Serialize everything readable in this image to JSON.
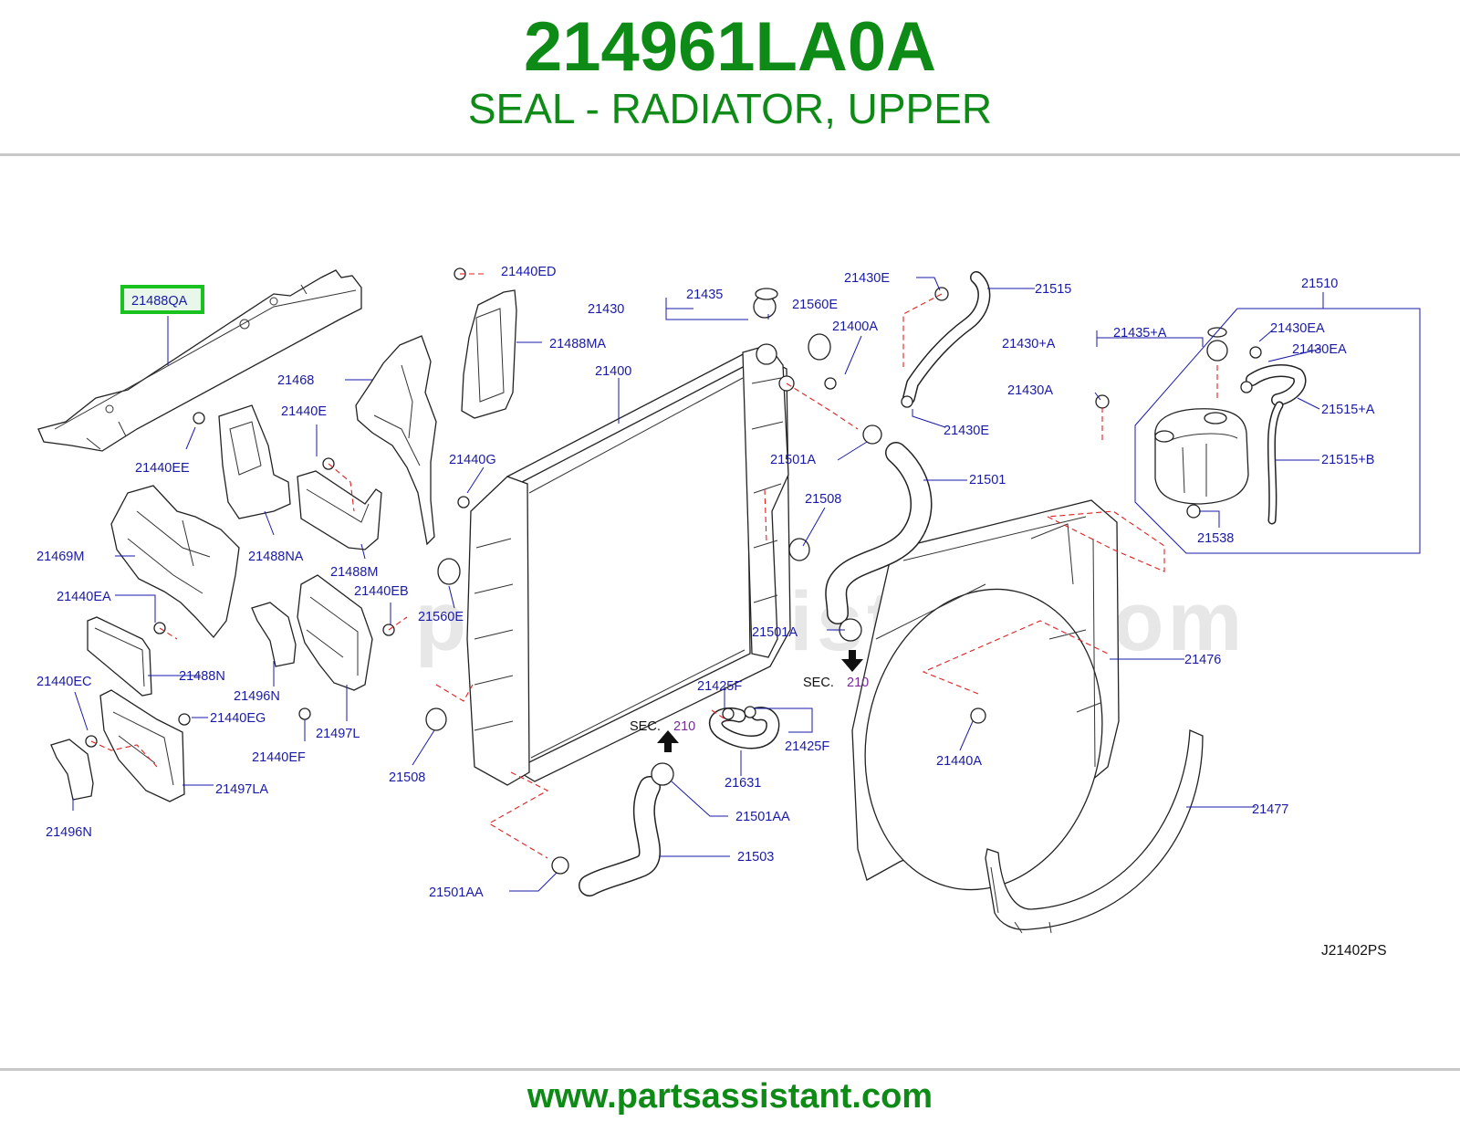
{
  "header": {
    "part_number": "214961LA0A",
    "part_name": "SEAL - RADIATOR, UPPER"
  },
  "diagram": {
    "highlighted_part": "21488QA",
    "highlight_color": "#19c21e",
    "drawing_code": "J21402PS",
    "watermark": "partsassistant.com",
    "sec_word": "SEC.",
    "sec_number": "210",
    "labels": [
      "21488QA",
      "21440ED",
      "21430",
      "21435",
      "21560E",
      "21430E",
      "21515",
      "21510",
      "21488MA",
      "21468",
      "21400",
      "21400A",
      "21435+A",
      "21430+A",
      "21430EA",
      "21430EA",
      "21430A",
      "21515+A",
      "21440E",
      "21440EE",
      "21440G",
      "21430E",
      "21501A",
      "21501",
      "21515+B",
      "21469M",
      "21488NA",
      "21488M",
      "21508",
      "21538",
      "21440EA",
      "21440EB",
      "21560E",
      "21501A",
      "21476",
      "21488N",
      "21496N",
      "21440EC",
      "21440EG",
      "21425F",
      "21425F",
      "21497L",
      "21440EF",
      "21508",
      "21440A",
      "21631",
      "21497LA",
      "21501AA",
      "21477",
      "21496N",
      "21503",
      "21501AA"
    ]
  },
  "footer": {
    "url": "www.partsassistant.com"
  },
  "colors": {
    "brand_green": "#0e8a16",
    "label_blue": "#1a1aa8",
    "dashed_red": "#e02020",
    "sec_purple": "#7a2a9a"
  }
}
